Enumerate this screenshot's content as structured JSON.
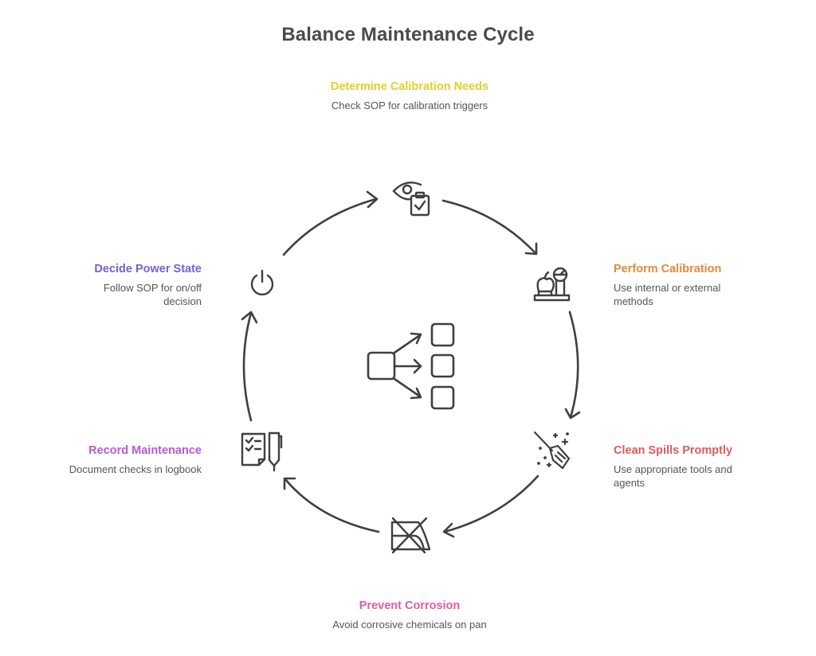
{
  "title": "Balance Maintenance Cycle",
  "colors": {
    "stroke": "#3f3f3f",
    "text": "#555555",
    "title": "#4a4a4a"
  },
  "steps": [
    {
      "id": "determine-calibration-needs",
      "heading": "Determine Calibration Needs",
      "description": "Check SOP for calibration triggers",
      "color": "#e2cf2a",
      "icon": "eye-clipboard-check-icon"
    },
    {
      "id": "perform-calibration",
      "heading": "Perform Calibration",
      "description": "Use internal or external methods",
      "color": "#e5893a",
      "icon": "scale-apple-icon"
    },
    {
      "id": "clean-spills-promptly",
      "heading": "Clean Spills Promptly",
      "description": "Use appropriate tools and agents",
      "color": "#e05a5a",
      "icon": "broom-sparkle-icon"
    },
    {
      "id": "prevent-corrosion",
      "heading": "Prevent Corrosion",
      "description": "Avoid corrosive chemicals on pan",
      "color": "#e45aa8",
      "icon": "no-chemical-pan-icon"
    },
    {
      "id": "record-maintenance",
      "heading": "Record Maintenance",
      "description": "Document checks in logbook",
      "color": "#b25ad6",
      "icon": "checklist-pen-icon"
    },
    {
      "id": "decide-power-state",
      "heading": "Decide Power State",
      "description": "Follow SOP for on/off decision",
      "color": "#7560d8",
      "icon": "power-icon"
    }
  ],
  "center_icon": "branching-flow-icon"
}
